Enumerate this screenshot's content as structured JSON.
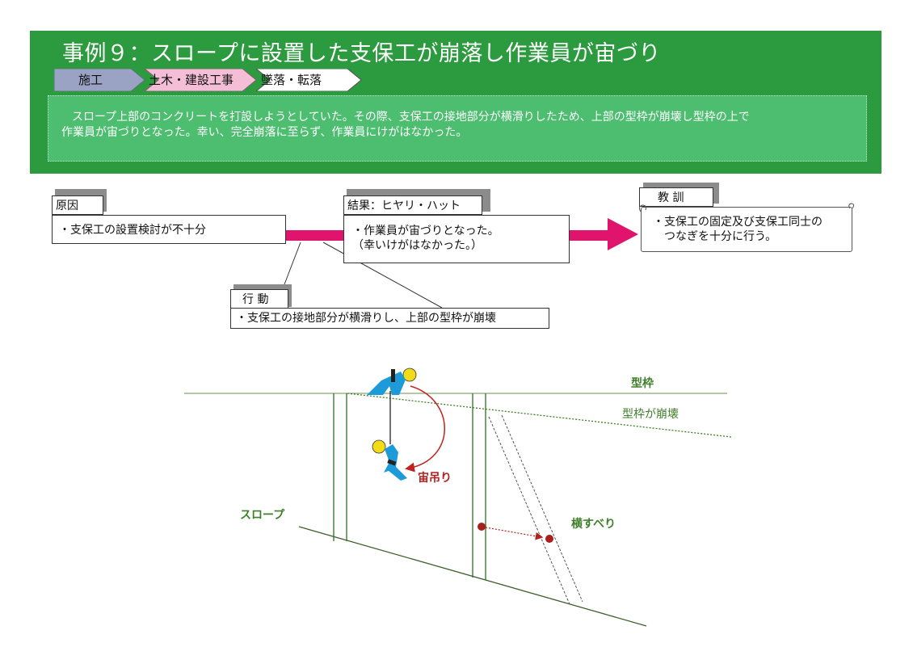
{
  "header": {
    "title": "事例９：スロープに設置した支保工が崩落し作業員が宙づり",
    "breadcrumbs": [
      "施工",
      "土木・建設工事",
      "墜落・転落"
    ],
    "summary": [
      "スロープ上部のコンクリートを打設しようとしていた。その際、支保工の接地部分が横滑りしたため、上部の型枠が崩壊し型枠の上で",
      "作業員が宙づりとなった。幸い、完全崩落に至らず、作業員にけがはなかった。"
    ]
  },
  "flow": {
    "cause": {
      "label": "原因",
      "lines": [
        "・支保工の設置検討が不十分"
      ]
    },
    "result": {
      "label": "結果：ヒヤリ・ハット",
      "lines": [
        "・作業員が宙づりとなった。",
        "（幸いけがはなかった。）"
      ]
    },
    "lesson": {
      "label": "教 訓",
      "lines": [
        "・支保工の固定及び支保工同士の",
        "　つなぎを十分に行う。"
      ]
    },
    "action": {
      "label": "行 動",
      "lines": [
        "・支保工の接地部分が横滑りし、上部の型枠が崩壊"
      ]
    }
  },
  "diagram": {
    "labels": {
      "formwork": "型枠",
      "collapse": "型枠が崩壊",
      "hanging": "宙吊り",
      "slope": "スロープ",
      "slide": "横すべり"
    }
  },
  "colors": {
    "header_bg": "#2c9a3e",
    "summary_bg": "#4dbd70",
    "crumb_1": "#9aa3c4",
    "crumb_2": "#f4bfd6",
    "crumb_3": "#ffffff",
    "flow_arrow": "#e0146c",
    "worker": "#1c9bd8",
    "helmet": "#f2dc18"
  }
}
